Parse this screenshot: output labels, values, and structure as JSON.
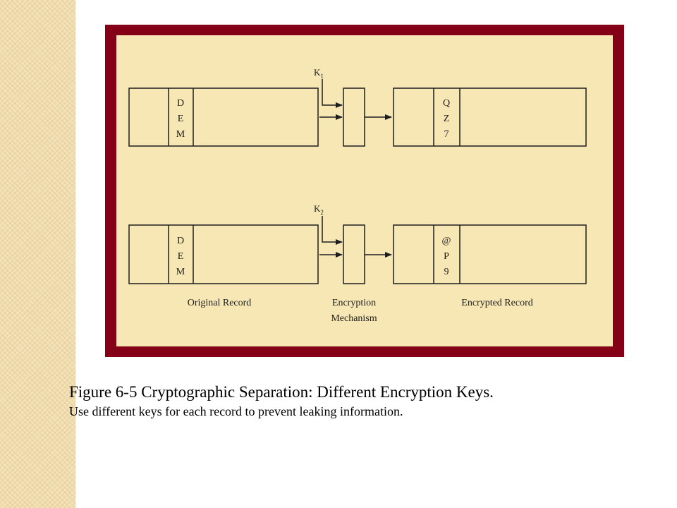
{
  "caption": {
    "title": "Figure 6-5  Cryptographic Separation: Different Encryption Keys.",
    "subtitle": "Use different keys for each record to prevent leaking information."
  },
  "diagram": {
    "rows": [
      {
        "key_letter": "K",
        "key_subscript": "1",
        "original_chars": [
          "D",
          "E",
          "M"
        ],
        "encrypted_chars": [
          "Q",
          "Z",
          "7"
        ]
      },
      {
        "key_letter": "K",
        "key_subscript": "2",
        "original_chars": [
          "D",
          "E",
          "M"
        ],
        "encrypted_chars": [
          "@",
          "P",
          "9"
        ]
      }
    ],
    "labels": {
      "original": "Original Record",
      "mechanism_line1": "Encryption",
      "mechanism_line2": "Mechanism",
      "encrypted": "Encrypted Record"
    }
  },
  "colors": {
    "frame": "#830016",
    "panel": "#f6e7b4",
    "side_pattern": "#f3e2b8"
  }
}
